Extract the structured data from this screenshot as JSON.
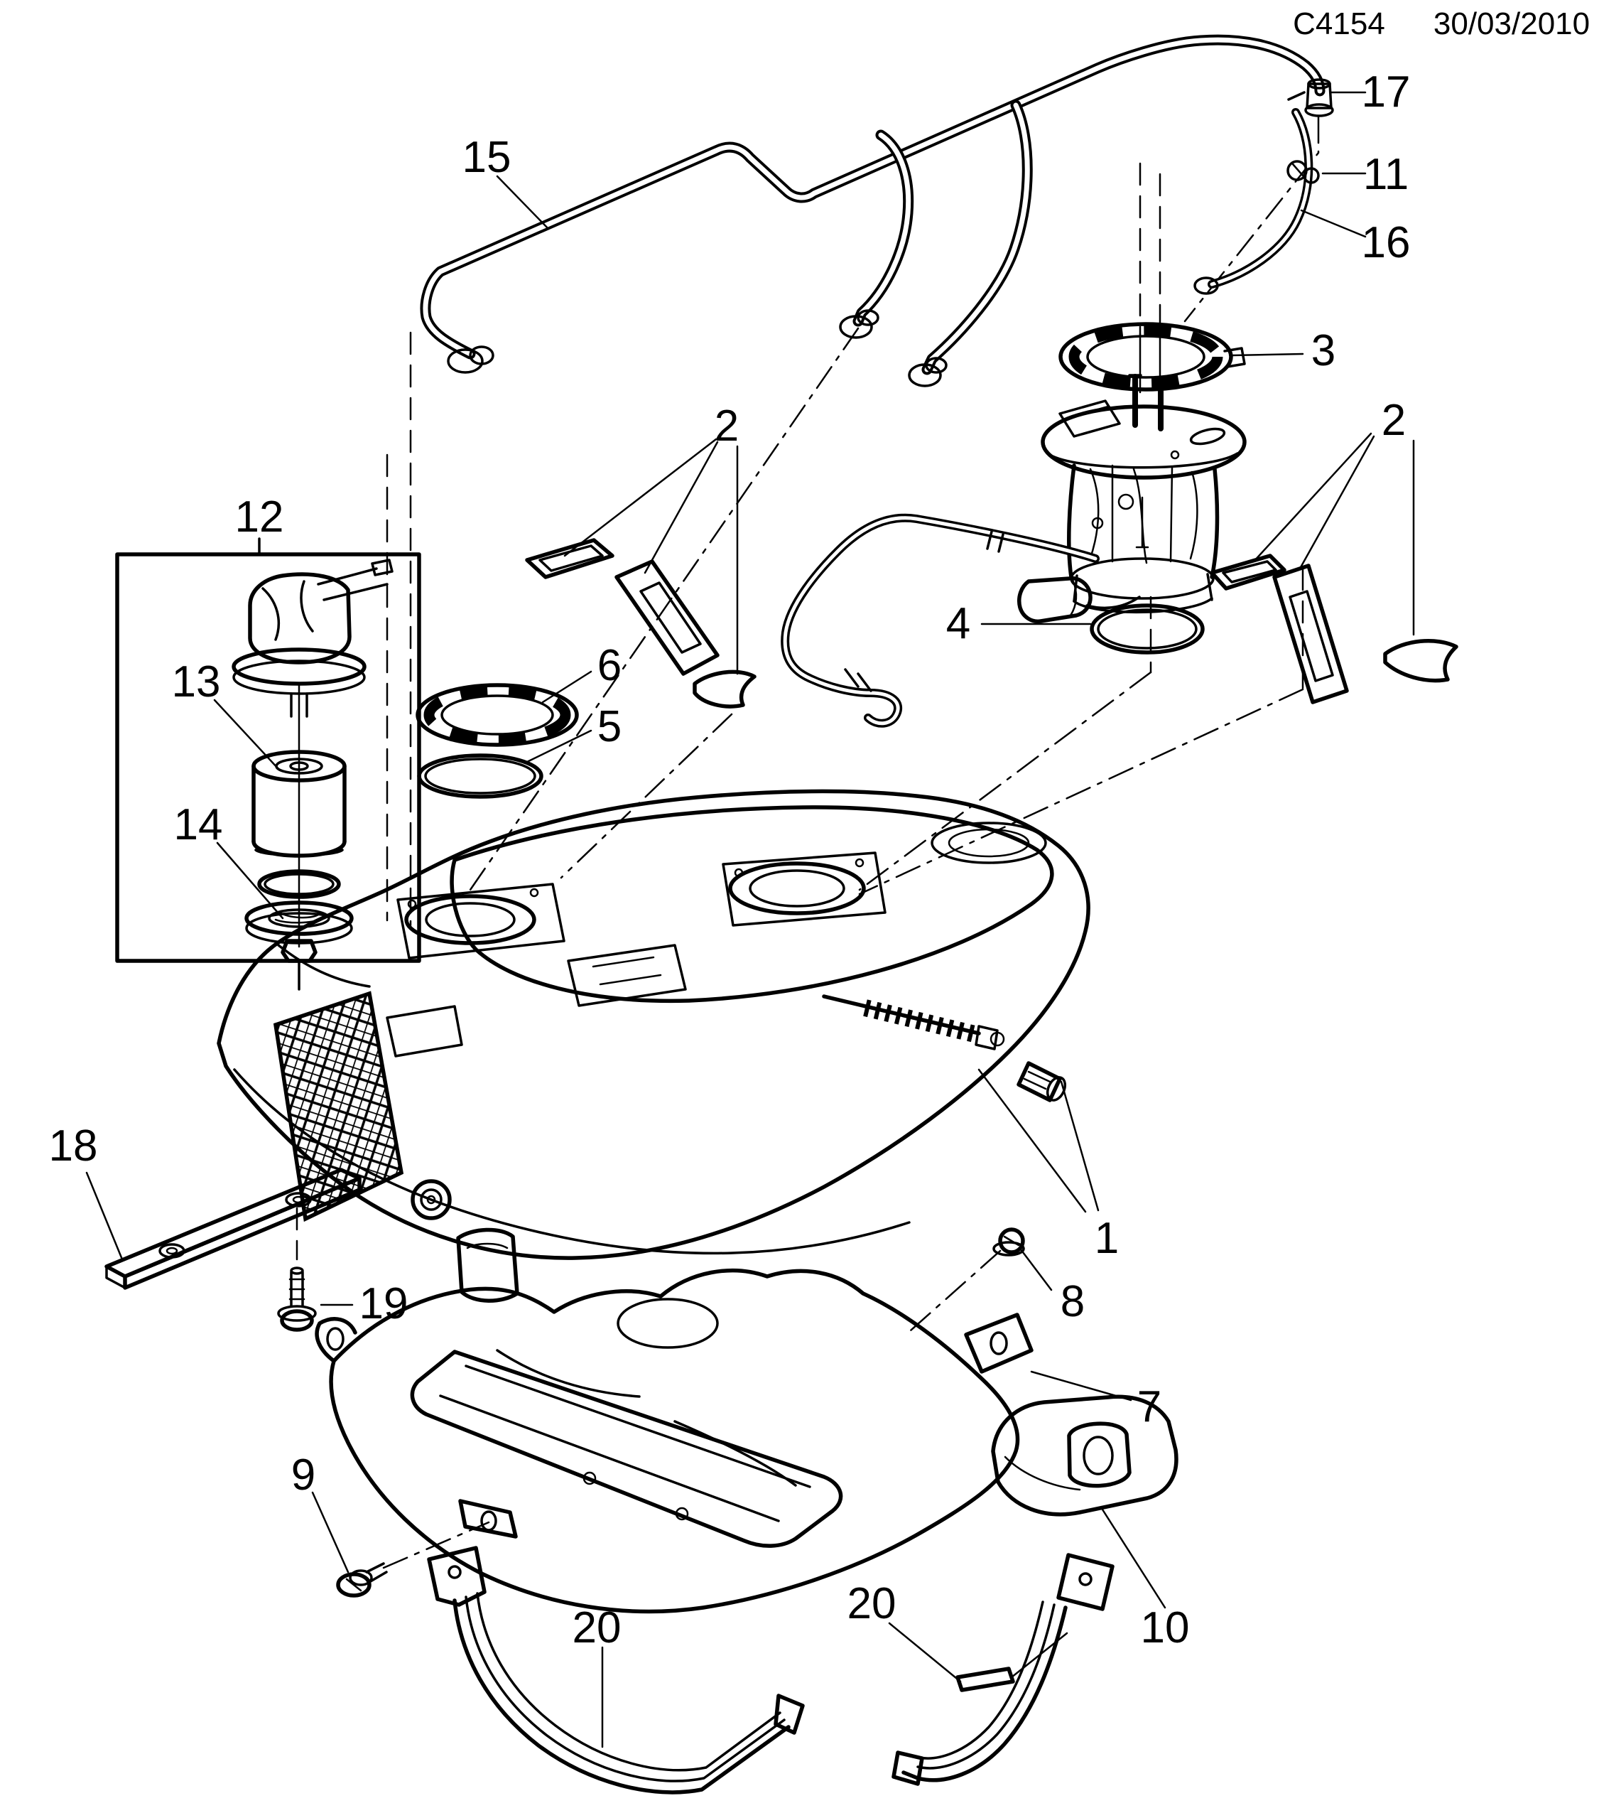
{
  "header": {
    "drawing_code": "C4154",
    "date": "30/03/2010"
  },
  "callouts": [
    {
      "num": "17"
    },
    {
      "num": "11"
    },
    {
      "num": "16"
    },
    {
      "num": "15"
    },
    {
      "num": "3"
    },
    {
      "num": "2"
    },
    {
      "num": "2"
    },
    {
      "num": "12"
    },
    {
      "num": "4"
    },
    {
      "num": "6"
    },
    {
      "num": "5"
    },
    {
      "num": "13"
    },
    {
      "num": "14"
    },
    {
      "num": "18"
    },
    {
      "num": "19"
    },
    {
      "num": "1"
    },
    {
      "num": "8"
    },
    {
      "num": "7"
    },
    {
      "num": "9"
    },
    {
      "num": "10"
    },
    {
      "num": "20"
    },
    {
      "num": "20"
    }
  ],
  "colors": {
    "line": "#000000",
    "background": "#ffffff"
  }
}
